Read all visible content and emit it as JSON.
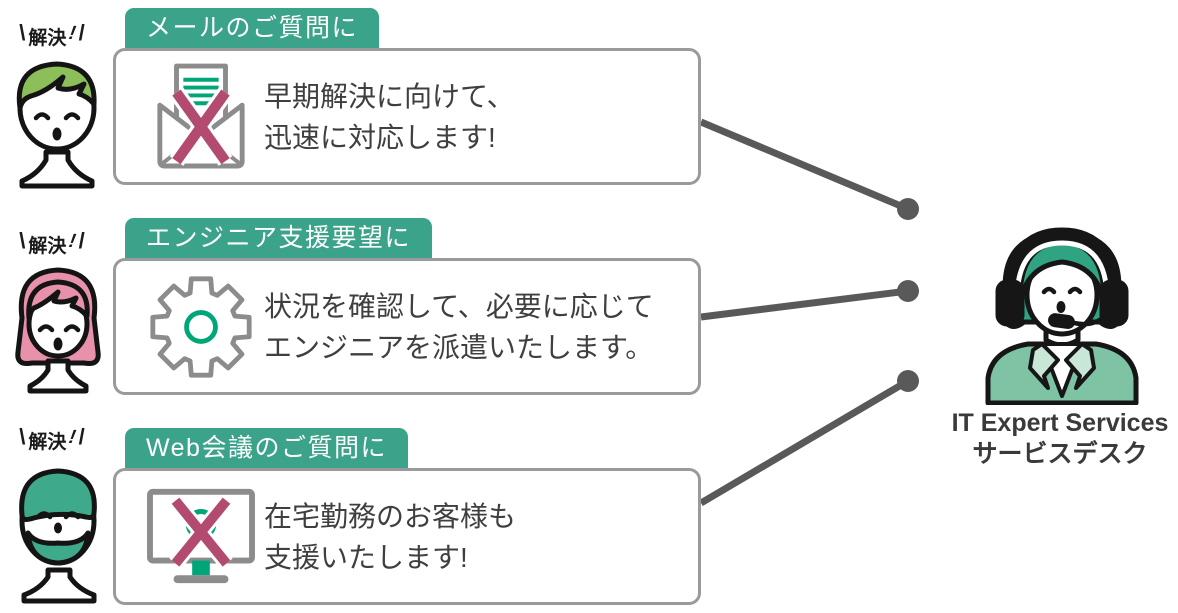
{
  "colors": {
    "header_green": "#3BA38A",
    "icon_green": "#00A578",
    "cross_magenta": "#B34A70",
    "outline_gray": "#8C8C8C",
    "connector_gray": "#595959",
    "text_dark": "#3F3F3F",
    "hair_green": "#8CBE5A",
    "hair_pink": "#E891AB",
    "operator_hair_green": "#2FA382",
    "jacket_green": "#7DC3A4",
    "lapel_mint": "#C9E7D6"
  },
  "rows": [
    {
      "badge": {
        "slash_left": "\\",
        "label": "解決",
        "bang": "!",
        "slash_right": "/"
      },
      "header": "メールのご質問に",
      "customer": "green-hair-customer-icon",
      "icon": "mail-blocked-icon",
      "lines": [
        "早期解決に向けて、",
        "迅速に対応します!"
      ]
    },
    {
      "badge": {
        "slash_left": "\\",
        "label": "解決",
        "bang": "!",
        "slash_right": "/"
      },
      "header": "エンジニア支援要望に",
      "customer": "pink-hair-customer-icon",
      "icon": "gear-icon",
      "lines": [
        "状況を確認して、必要に応じて",
        "エンジニアを派遣いたします。"
      ]
    },
    {
      "badge": {
        "slash_left": "\\",
        "label": "解決",
        "bang": "!",
        "slash_right": "/"
      },
      "header": "Web会議のご質問に",
      "customer": "masked-customer-icon",
      "icon": "web-meeting-blocked-icon",
      "lines": [
        "在宅勤務のお客様も",
        "支援いたします!"
      ]
    }
  ],
  "service_desk": {
    "icon": "support-operator-icon",
    "line1": "IT Expert Services",
    "line2": "サービスデスク"
  }
}
